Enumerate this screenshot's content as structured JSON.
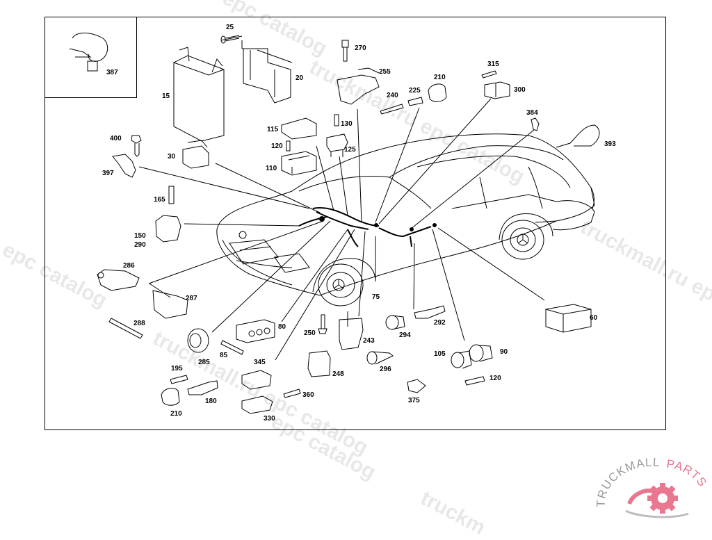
{
  "diagram": {
    "title": "Electrical wiring harness components – passenger car (parts catalog illustration)",
    "inset_label": "387",
    "callouts": [
      {
        "id": "c25",
        "text": "25"
      },
      {
        "id": "c270",
        "text": "270"
      },
      {
        "id": "c20",
        "text": "20"
      },
      {
        "id": "c255",
        "text": "255"
      },
      {
        "id": "c210a",
        "text": "210"
      },
      {
        "id": "c315",
        "text": "315"
      },
      {
        "id": "c300",
        "text": "300"
      },
      {
        "id": "c15",
        "text": "15"
      },
      {
        "id": "c240",
        "text": "240"
      },
      {
        "id": "c225",
        "text": "225"
      },
      {
        "id": "c384",
        "text": "384"
      },
      {
        "id": "c393",
        "text": "393"
      },
      {
        "id": "c115",
        "text": "115"
      },
      {
        "id": "c130",
        "text": "130"
      },
      {
        "id": "c400",
        "text": "400"
      },
      {
        "id": "c120a",
        "text": "120"
      },
      {
        "id": "c125",
        "text": "125"
      },
      {
        "id": "c30",
        "text": "30"
      },
      {
        "id": "c110",
        "text": "110"
      },
      {
        "id": "c397",
        "text": "397"
      },
      {
        "id": "c165",
        "text": "165"
      },
      {
        "id": "c150",
        "text": "150"
      },
      {
        "id": "c290",
        "text": "290"
      },
      {
        "id": "c286",
        "text": "286"
      },
      {
        "id": "c75",
        "text": "75"
      },
      {
        "id": "c287",
        "text": "287"
      },
      {
        "id": "c60",
        "text": "60"
      },
      {
        "id": "c288",
        "text": "288"
      },
      {
        "id": "c80",
        "text": "80"
      },
      {
        "id": "c292",
        "text": "292"
      },
      {
        "id": "c250",
        "text": "250"
      },
      {
        "id": "c294",
        "text": "294"
      },
      {
        "id": "c243",
        "text": "243"
      },
      {
        "id": "c285",
        "text": "285"
      },
      {
        "id": "c85",
        "text": "85"
      },
      {
        "id": "c105",
        "text": "105"
      },
      {
        "id": "c90",
        "text": "90"
      },
      {
        "id": "c345",
        "text": "345"
      },
      {
        "id": "c248",
        "text": "248"
      },
      {
        "id": "c296",
        "text": "296"
      },
      {
        "id": "c195",
        "text": "195"
      },
      {
        "id": "c120b",
        "text": "120"
      },
      {
        "id": "c180",
        "text": "180"
      },
      {
        "id": "c360",
        "text": "360"
      },
      {
        "id": "c375",
        "text": "375"
      },
      {
        "id": "c210b",
        "text": "210"
      },
      {
        "id": "c330",
        "text": "330"
      }
    ]
  },
  "watermarks": [
    {
      "text": "epc catalog"
    },
    {
      "text": "truckmall.ru epc catalog"
    },
    {
      "text": "truckmall.ru epc catalog"
    },
    {
      "text": "u epc catalog"
    },
    {
      "text": "truckmall.ru epc catalog"
    },
    {
      "text": "epc catalog"
    },
    {
      "text": "truckm"
    }
  ],
  "logo": {
    "word_left": "TRUCKMALL",
    "word_right": "PARTS",
    "accent_color": "#e8778f",
    "gray_color": "#9a9a9a"
  }
}
